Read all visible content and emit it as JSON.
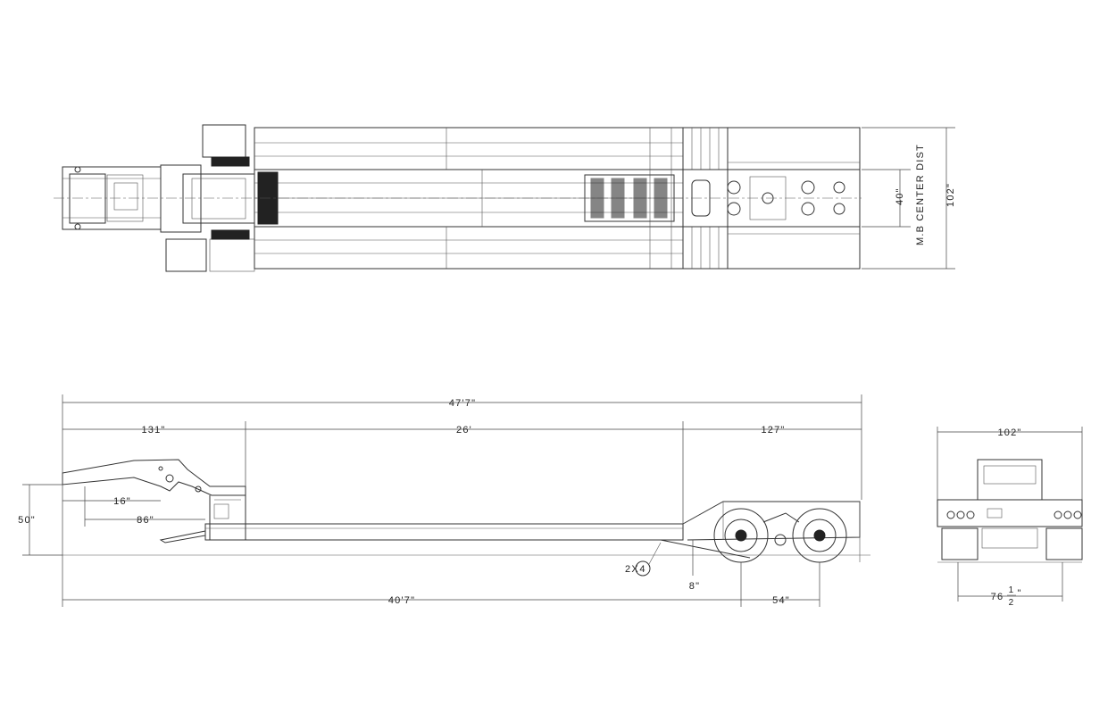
{
  "dimensions": {
    "overall_length": "47'7\"",
    "gooseneck_length": "131\"",
    "deck_length": "26'",
    "rear_length": "127\"",
    "height": "50\"",
    "kingpin_offset": "16\"",
    "swing_clearance": "86\"",
    "kingpin_to_axle": "40'7\"",
    "axle_spread": "54\"",
    "ground_clearance": "8\"",
    "top_width": "102\"",
    "mb_center_dist_label": "M.B CENTER DIST",
    "mb_center_dist": "40\"",
    "rear_width": "102\"",
    "track_whole": "76",
    "track_num": "1",
    "track_den": "2",
    "track_unit": "\""
  },
  "callout": {
    "prefix": "2X",
    "number": "4"
  }
}
